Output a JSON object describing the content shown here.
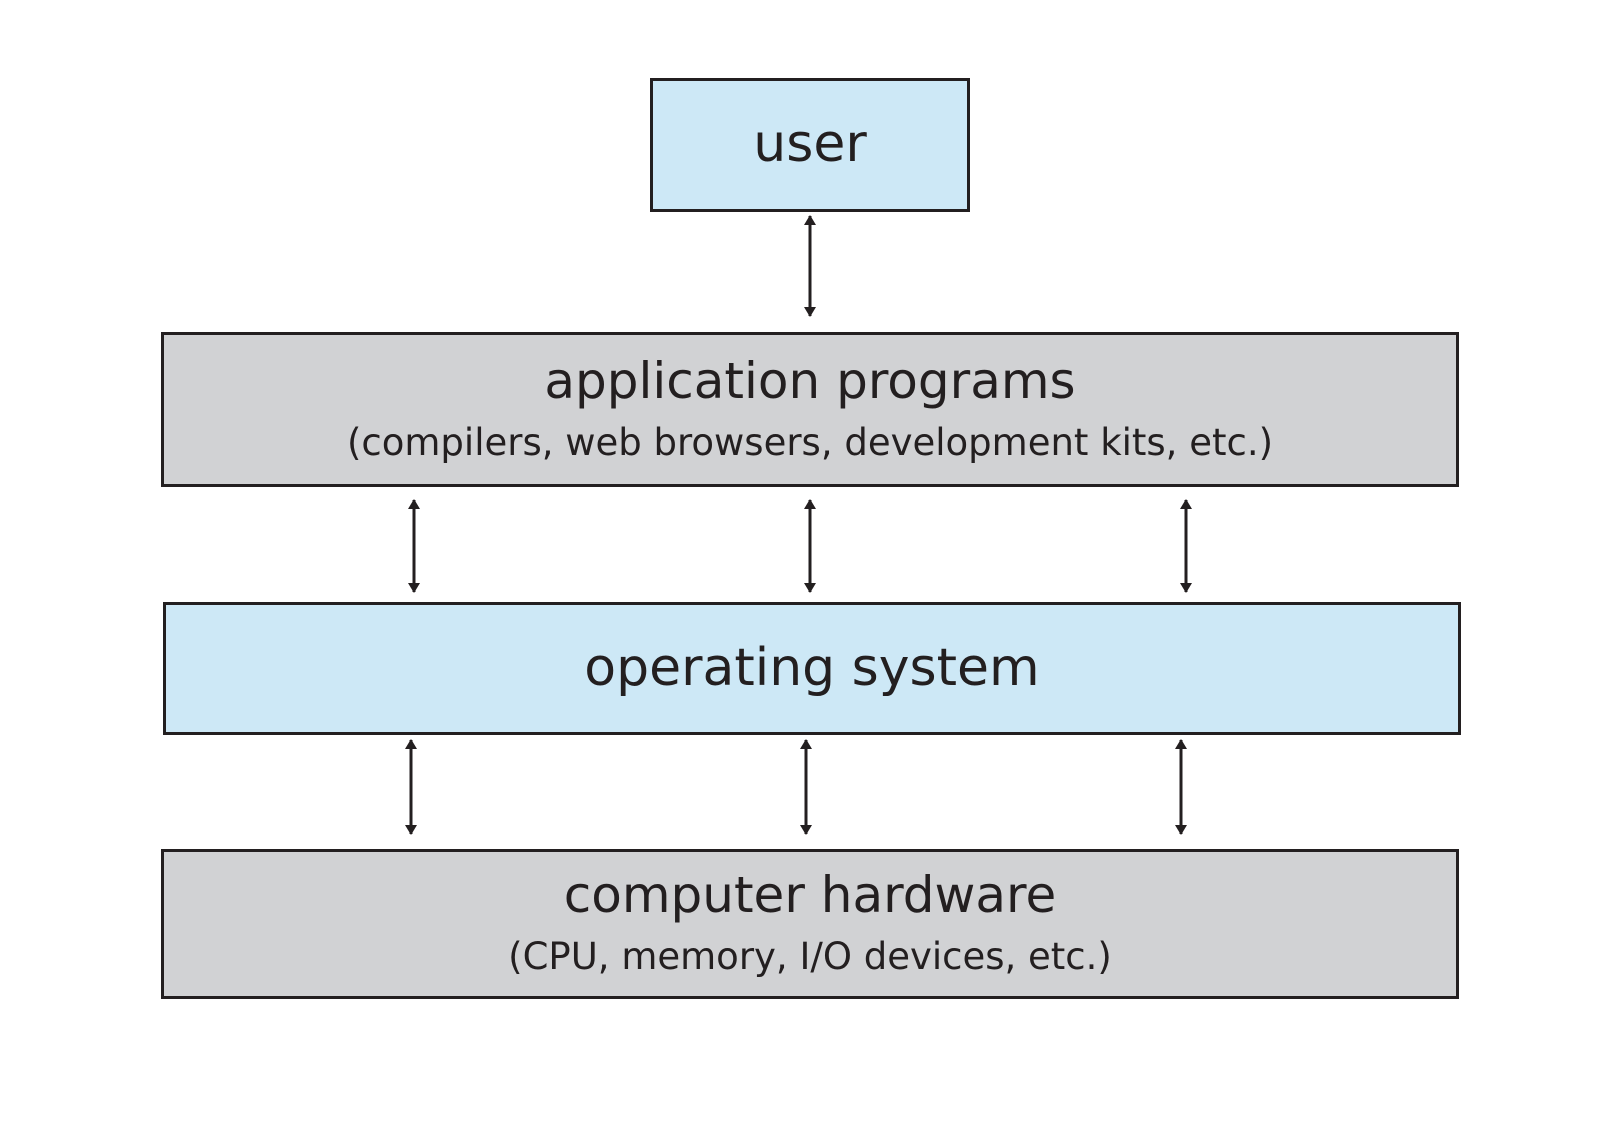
{
  "diagram": {
    "layers": {
      "user": {
        "label": "user",
        "color": "#cde8f6"
      },
      "applications": {
        "label": "application programs",
        "detail": "(compilers, web browsers, development kits, etc.)",
        "color": "#d1d2d4"
      },
      "operating_system": {
        "label": "operating system",
        "color": "#cde8f6"
      },
      "hardware": {
        "label": "computer hardware",
        "detail": "(CPU, memory, I/O devices, etc.)",
        "color": "#d1d2d4"
      }
    },
    "connections": [
      {
        "from": "user",
        "to": "applications",
        "type": "bidirectional",
        "count": 1
      },
      {
        "from": "applications",
        "to": "operating_system",
        "type": "bidirectional",
        "count": 3
      },
      {
        "from": "operating_system",
        "to": "hardware",
        "type": "bidirectional",
        "count": 3
      }
    ],
    "line_color": "#231f20"
  }
}
